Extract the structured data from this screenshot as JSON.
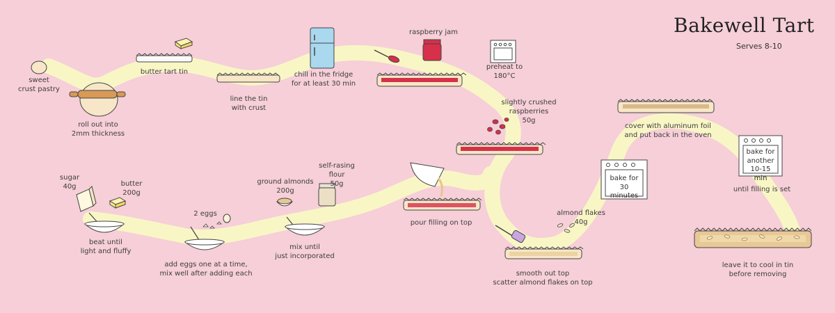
{
  "header": {
    "title": "Bakewell Tart",
    "serves": "Serves 8-10"
  },
  "steps": {
    "sweet_pastry": "sweet\ncrust pastry",
    "roll_out": "roll out into\n2mm thickness",
    "butter_tin": "butter tart tin",
    "line_tin": "line the tin\nwith crust",
    "chill": "chill in the fridge\nfor at least 30 min",
    "raspberry_jam": "raspberry jam",
    "preheat": "preheat to\n180°C",
    "raspberries": "slightly crushed\nraspberries\n50g",
    "cover_foil": "cover with aluminum foil\nand put back in the oven",
    "bake_another": "bake for\nanother\n10-15 min",
    "until_set": "until filling is set",
    "sugar": "sugar\n40g",
    "butter": "butter\n200g",
    "beat": "beat until\nlight and fluffy",
    "eggs": "2 eggs",
    "add_eggs": "add eggs one at a time,\nmix well after adding each",
    "ground_almonds": "ground almonds\n200g",
    "flour": "self-rasing\nflour\n50g",
    "mix": "mix until\njust incorporated",
    "pour": "pour filling on top",
    "bake_30": "bake for\n30 minutes",
    "almond_flakes": "almond flakes\n40g",
    "smooth": "smooth out top\nscatter almond flakes on top",
    "cool": "leave it to cool in tin\nbefore removing"
  },
  "colors": {
    "background": "#f6cfd8",
    "path": "#f9f6c6",
    "fridge": "#a9d8ef",
    "jam": "#d6304a",
    "butter": "#fde88a",
    "pastry": "#f7e6c8"
  },
  "icons": [
    "dough-ball-icon",
    "rolling-pin-icon",
    "butter-icon",
    "tart-tin-icon",
    "fridge-icon",
    "spoon-icon",
    "jam-jar-icon",
    "oven-icon",
    "raspberry-icon",
    "sugar-bag-icon",
    "bowl-whisk-icon",
    "egg-icon",
    "almond-bowl-icon",
    "flour-jar-icon",
    "pouring-bowl-icon",
    "spatula-icon",
    "almond-flake-icon"
  ]
}
